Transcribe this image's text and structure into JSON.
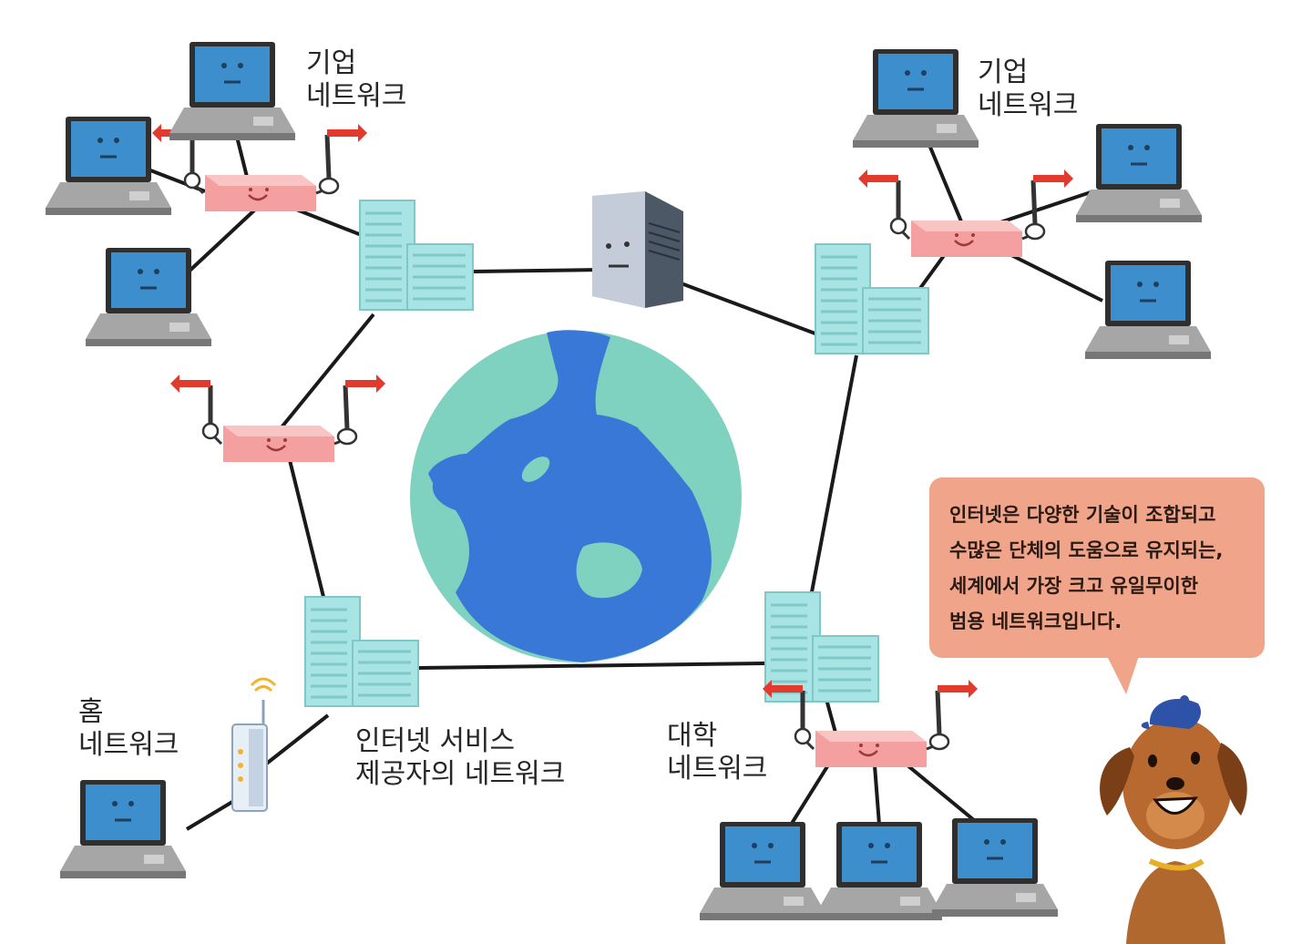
{
  "labels": {
    "corporate_left": [
      "기업",
      "네트워크"
    ],
    "corporate_right": [
      "기업",
      "네트워크"
    ],
    "home": [
      "홈",
      "네트워크"
    ],
    "isp": [
      "인터넷 서비스",
      "제공자의 네트워크"
    ],
    "university": [
      "대학",
      "네트워크"
    ]
  },
  "speech_bubble": {
    "lines": [
      "인터넷은 다양한 기술이 조합되고",
      "수많은 단체의 도움으로 유지되는,",
      "세계에서 가장 크고 유일무이한",
      "범용 네트워크입니다."
    ]
  },
  "icons": [
    "laptop-icon",
    "router-icon",
    "building-icon",
    "server-icon",
    "globe-icon",
    "wifi-router-icon",
    "dog-character-icon"
  ],
  "colors": {
    "laptop_screen": "#3c8ecc",
    "laptop_body": "#9c9c9c",
    "router": "#f4a0a0",
    "arrow": "#e23a2c",
    "building": "#a9e4e4",
    "globe_ocean": "#7fd1c0",
    "globe_land": "#3a78d8",
    "bubble": "#f0a48a"
  }
}
